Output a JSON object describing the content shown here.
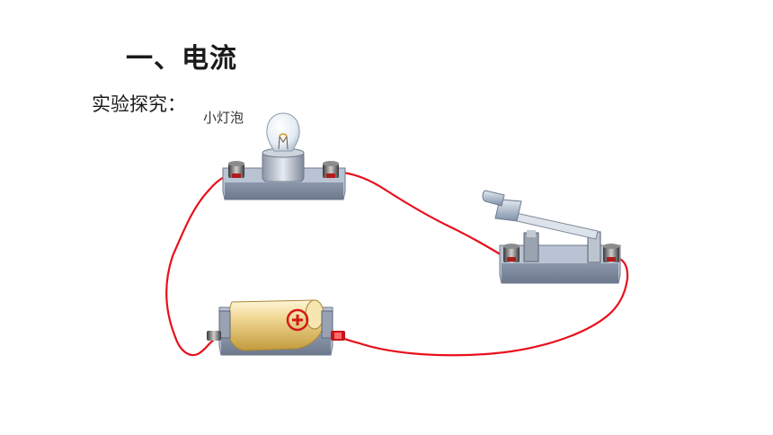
{
  "slide": {
    "title": "一、电流",
    "subtitle": "实验探究："
  },
  "diagram": {
    "bulb_label": "小灯泡",
    "battery_symbol": "⊕",
    "wire_color": "#e8101c",
    "base_color": "#9aa6b8",
    "battery_color": "#e8c97a"
  }
}
